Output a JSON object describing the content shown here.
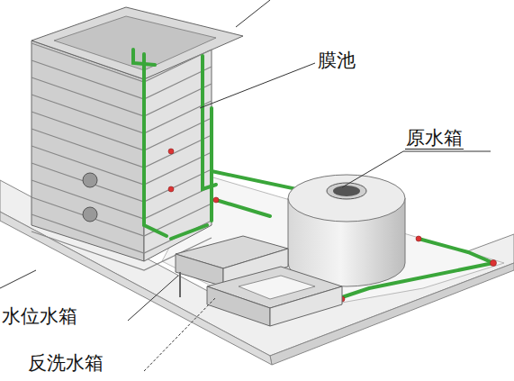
{
  "diagram": {
    "labels": [
      "膜池",
      "原水箱",
      "水位水箱",
      "反洗水箱"
    ]
  }
}
